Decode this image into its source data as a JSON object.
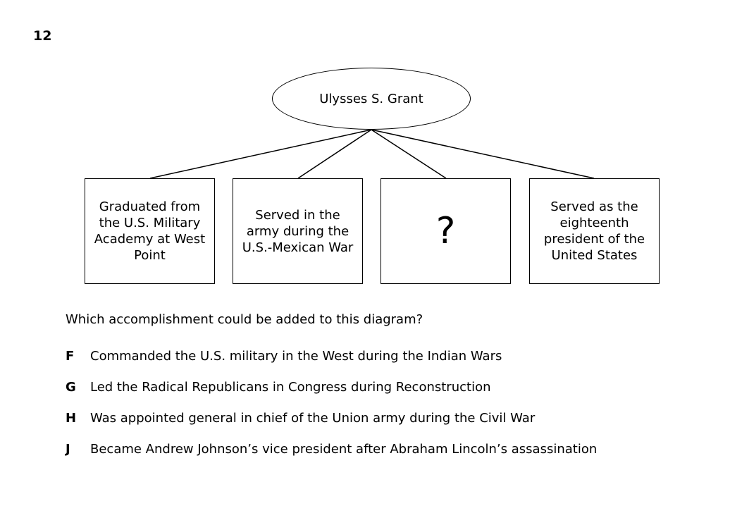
{
  "question_number": "12",
  "diagram": {
    "center": "Ulysses S. Grant",
    "boxes": [
      "Graduated from the U.S. Military Academy at West Point",
      "Served in the army during the U.S.-Mexican War",
      "?",
      "Served as the eighteenth president of the United States"
    ]
  },
  "question": "Which accomplishment could be added to this diagram?",
  "choices": [
    {
      "letter": "F",
      "text": "Commanded the U.S. military in the West during the Indian Wars"
    },
    {
      "letter": "G",
      "text": "Led the Radical Republicans in Congress during Reconstruction"
    },
    {
      "letter": "H",
      "text": "Was appointed general in chief of the Union army during the Civil War"
    },
    {
      "letter": "J",
      "text": "Became Andrew Johnson’s vice president after Abraham Lincoln’s assassination"
    }
  ]
}
